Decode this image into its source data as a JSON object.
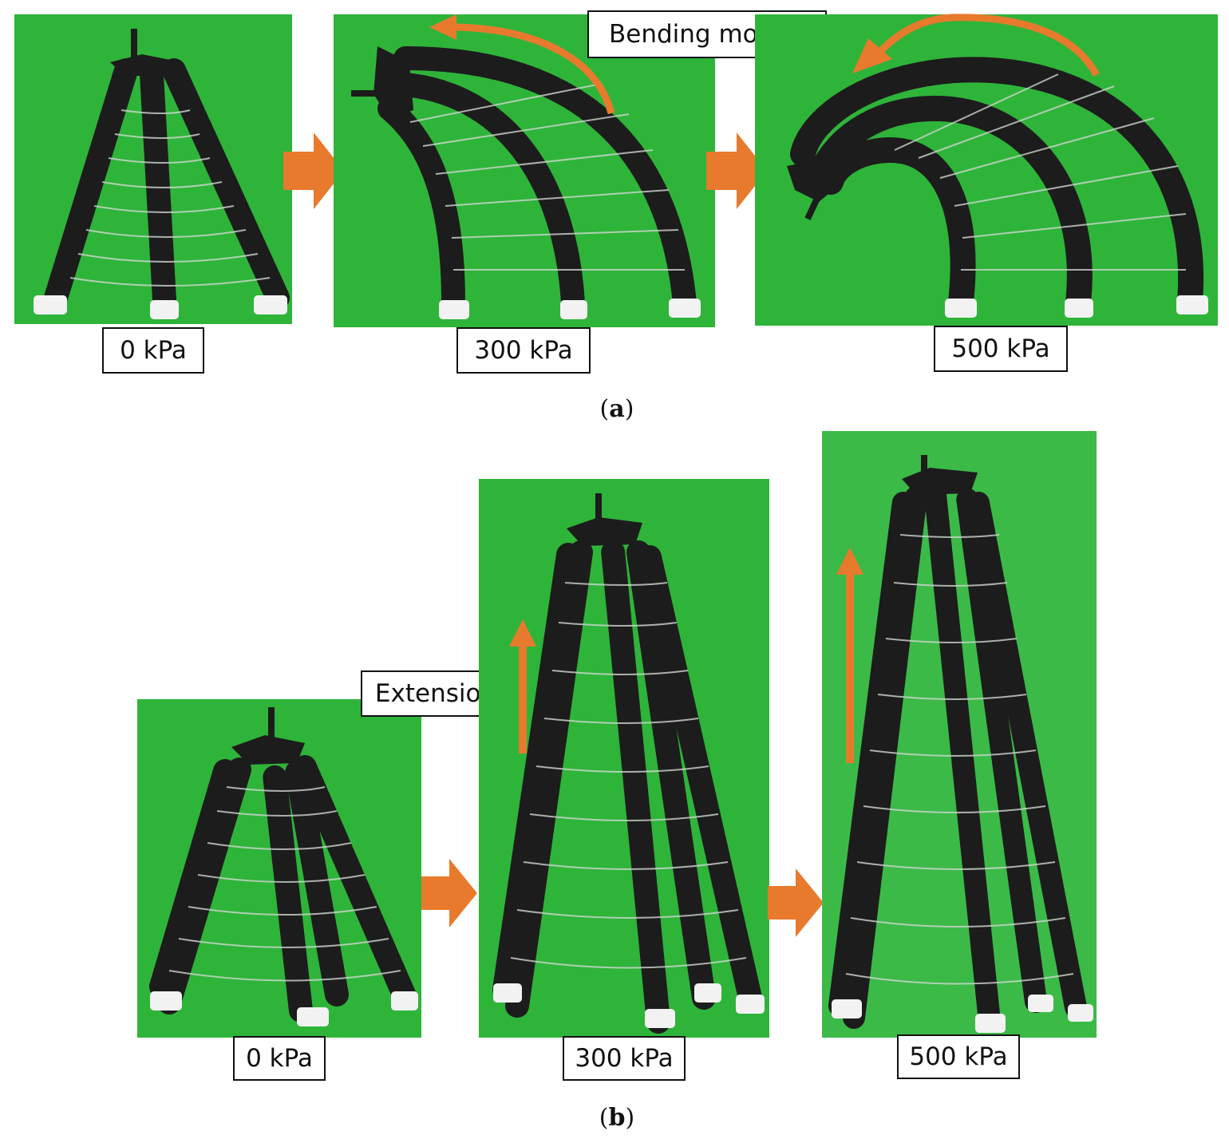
{
  "figure": {
    "panel_a": {
      "caption_letter": "a",
      "callout": "Bending motion",
      "frames": [
        {
          "pressure_label": "0 kPa"
        },
        {
          "pressure_label": "300 kPa"
        },
        {
          "pressure_label": "500 kPa"
        }
      ]
    },
    "panel_b": {
      "caption_letter": "b",
      "callout": "Extension",
      "frames": [
        {
          "pressure_label": "0 kPa"
        },
        {
          "pressure_label": "300 kPa"
        },
        {
          "pressure_label": "500 kPa"
        }
      ]
    }
  },
  "colors": {
    "background_green": "#2fb43a",
    "actuator_black": "#1c1c1c",
    "arrow_orange": "#e87a2d",
    "frame_border": "#111111"
  },
  "icons": {
    "process_arrow": "right-arrow-icon",
    "bend_arrow": "curved-arrow-icon",
    "extend_arrow": "up-arrow-icon"
  }
}
